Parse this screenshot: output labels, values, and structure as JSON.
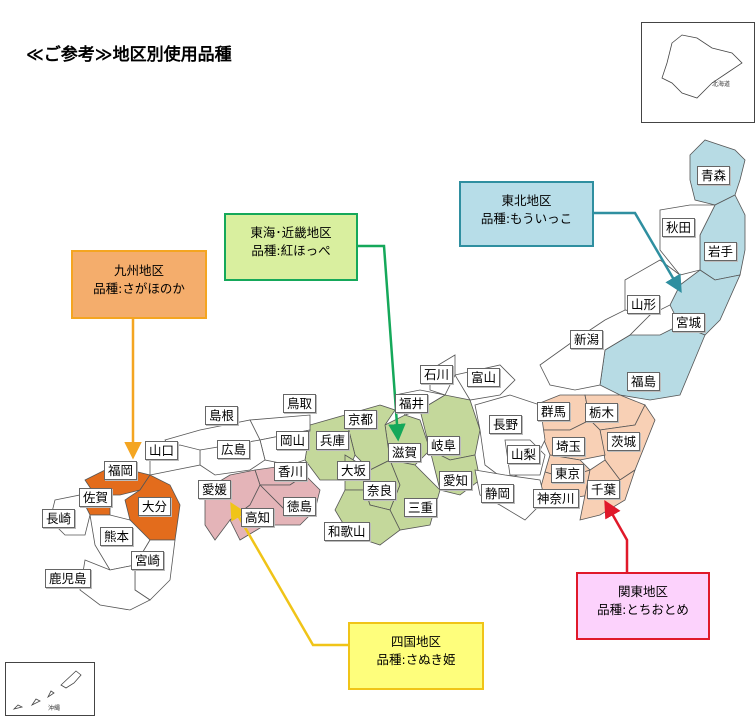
{
  "title": "≪ご参考≫地区別使用品種",
  "colors": {
    "tohoku": "#b7dbe4",
    "tohoku_border": "#4aa3ad",
    "kanto": "#f8d0b5",
    "kanto_border": "#e0192a",
    "tokai_kinki": "#c4d89b",
    "tokai_kinki_border": "#15a85a",
    "shikoku": "#e4b4b8",
    "shikoku_border": "#f0c418",
    "kyushu": "#e36c1c",
    "kyushu_border": "#f4a521",
    "tokai_callout_bg": "#d9ef9f",
    "tohoku_callout_bg": "#b7dde8",
    "kyushu_callout_bg": "#f4ad6c",
    "kanto_callout_bg": "#fcd2fc",
    "shikoku_callout_bg": "#fefe7c"
  },
  "callouts": {
    "tohoku": {
      "line1": "東北地区",
      "line2": "品種:もういっこ"
    },
    "tokai_kinki": {
      "line1": "東海･近畿地区",
      "line2": "品種:紅ほっぺ"
    },
    "kyushu": {
      "line1": "九州地区",
      "line2": "品種:さがほのか"
    },
    "kanto": {
      "line1": "関東地区",
      "line2": "品種:とちおとめ"
    },
    "shikoku": {
      "line1": "四国地区",
      "line2": "品種:さぬき姫"
    }
  },
  "prefectures": {
    "aomori": "青森",
    "akita": "秋田",
    "iwate": "岩手",
    "yamagata": "山形",
    "miyagi": "宮城",
    "niigata": "新潟",
    "fukushima": "福島",
    "ishikawa": "石川",
    "toyama": "富山",
    "fukui": "福井",
    "nagano": "長野",
    "gunma": "群馬",
    "tochigi": "栃木",
    "ibaraki": "茨城",
    "saitama": "埼玉",
    "yamanashi": "山梨",
    "tokyo": "東京",
    "chiba": "千葉",
    "kanagawa": "神奈川",
    "shizuoka": "静岡",
    "aichi": "愛知",
    "gifu": "岐阜",
    "shiga": "滋賀",
    "kyoto": "京都",
    "mie": "三重",
    "nara": "奈良",
    "osaka": "大坂",
    "hyogo": "兵庫",
    "wakayama": "和歌山",
    "tottori": "鳥取",
    "shimane": "島根",
    "okayama": "岡山",
    "hiroshima": "広島",
    "yamaguchi": "山口",
    "kagawa": "香川",
    "ehime": "愛媛",
    "tokushima": "徳島",
    "kochi": "高知",
    "fukuoka": "福岡",
    "saga": "佐賀",
    "oita": "大分",
    "nagasaki": "長崎",
    "kumamoto": "熊本",
    "miyazaki": "宮崎",
    "kagoshima": "鹿児島"
  },
  "insets": {
    "hokkaido": "北海道",
    "okinawa": "沖縄"
  }
}
